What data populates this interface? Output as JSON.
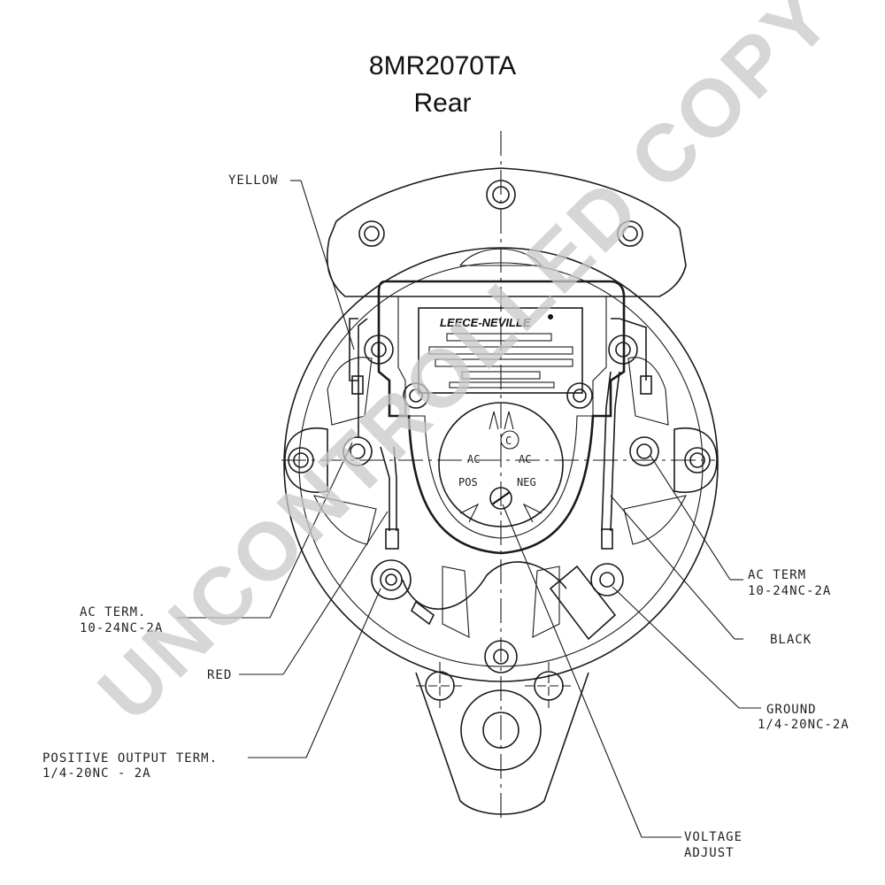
{
  "title": "8MR2070TA",
  "subtitle": "Rear",
  "watermark": "UNCONTROLLED COPY",
  "brand_logo": "LEECE-NEVILLE",
  "callouts": {
    "yellow": "YELLOW",
    "ac_term_left_1": "AC TERM.",
    "ac_term_left_2": "10-24NC-2A",
    "red": "RED",
    "pos_output_1": "POSITIVE OUTPUT TERM.",
    "pos_output_2": "1/4-20NC - 2A",
    "ac_term_right_1": "AC TERM",
    "ac_term_right_2": "10-24NC-2A",
    "black": "BLACK",
    "ground_1": "GROUND",
    "ground_2": "1/4-20NC-2A",
    "voltage_1": "VOLTAGE",
    "voltage_2": "ADJUST"
  },
  "regulator": {
    "ac_left": "AC",
    "ac_right": "AC",
    "pos": "POS",
    "neg": "NEG",
    "c_mark": "C"
  }
}
